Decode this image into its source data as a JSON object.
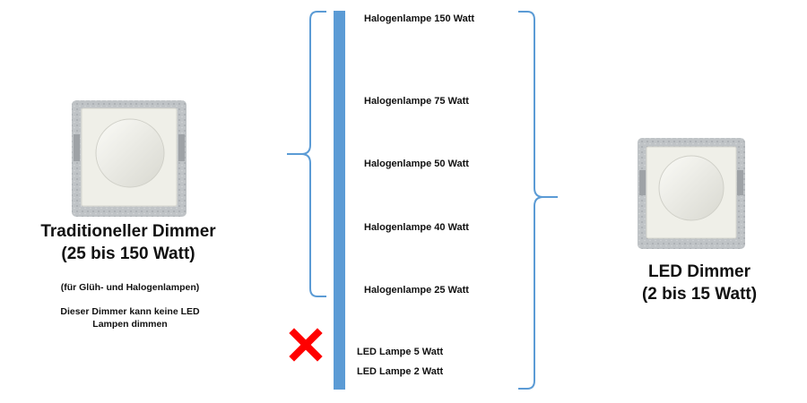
{
  "traditional": {
    "title_line1": "Traditioneller Dimmer",
    "title_line2": "(25 bis 150 Watt)",
    "note1": "(für Glüh- und Halogenlampen)",
    "note2_line1": "Dieser Dimmer kann keine LED",
    "note2_line2": "Lampen dimmen"
  },
  "led": {
    "title_line1": "LED Dimmer",
    "title_line2": "(2 bis 15 Watt)"
  },
  "lamps": [
    {
      "label": "Halogenlampe 150 Watt"
    },
    {
      "label": "Halogenlampe 75 Watt"
    },
    {
      "label": "Halogenlampe 50 Watt"
    },
    {
      "label": "Halogenlampe 40 Watt"
    },
    {
      "label": "Halogenlampe 25 Watt"
    },
    {
      "label": "LED Lampe 5 Watt"
    },
    {
      "label": "LED Lampe 2 Watt"
    }
  ],
  "colors": {
    "scale_bar": "#5b9bd5",
    "bracket": "#5b9bd5",
    "cross": "#ff0000",
    "switch_frame": "#b9bcbf",
    "switch_plate": "#efefe8"
  },
  "icons": {
    "switch": "dimmer-switch-icon",
    "cross": "cross-icon"
  }
}
